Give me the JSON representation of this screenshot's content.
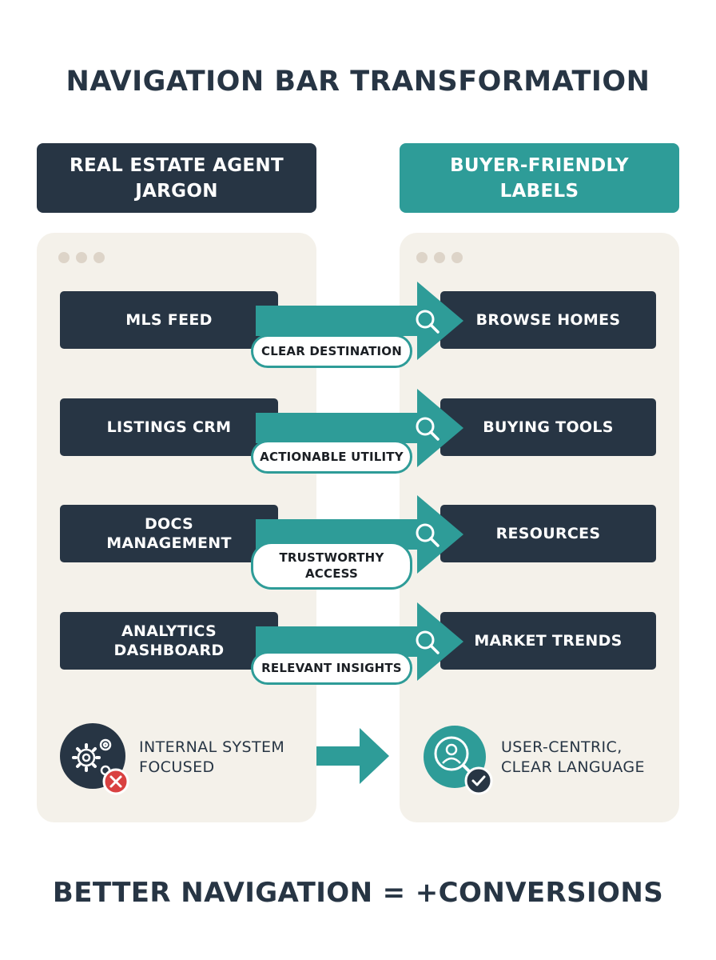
{
  "title": "NAVIGATION BAR TRANSFORMATION",
  "left_header": "REAL ESTATE AGENT JARGON",
  "right_header": "BUYER-FRIENDLY LABELS",
  "rows": [
    {
      "from": "MLS FEED",
      "to": "BROWSE HOMES",
      "benefit": "CLEAR DESTINATION"
    },
    {
      "from": "LISTINGS CRM",
      "to": "BUYING TOOLS",
      "benefit": "ACTIONABLE UTILITY"
    },
    {
      "from": "DOCS MANAGEMENT",
      "to": "RESOURCES",
      "benefit": "TRUSTWORTHY ACCESS"
    },
    {
      "from": "ANALYTICS DASHBOARD",
      "to": "MARKET TRENDS",
      "benefit": "RELEVANT INSIGHTS"
    }
  ],
  "left_summary": "INTERNAL SYSTEM FOCUSED",
  "right_summary": "USER-CENTRIC, CLEAR LANGUAGE",
  "footer": "BETTER NAVIGATION = +CONVERSIONS",
  "icons": {
    "left_summary": "gears-icon",
    "left_badge": "x-error-icon",
    "right_summary": "user-search-icon",
    "right_badge": "checkmark-icon",
    "arrow_overlay": "magnifier-icon"
  },
  "colors": {
    "navy": "#273544",
    "teal": "#2e9c98",
    "panel": "#f4f1ea",
    "error": "#d94141"
  }
}
